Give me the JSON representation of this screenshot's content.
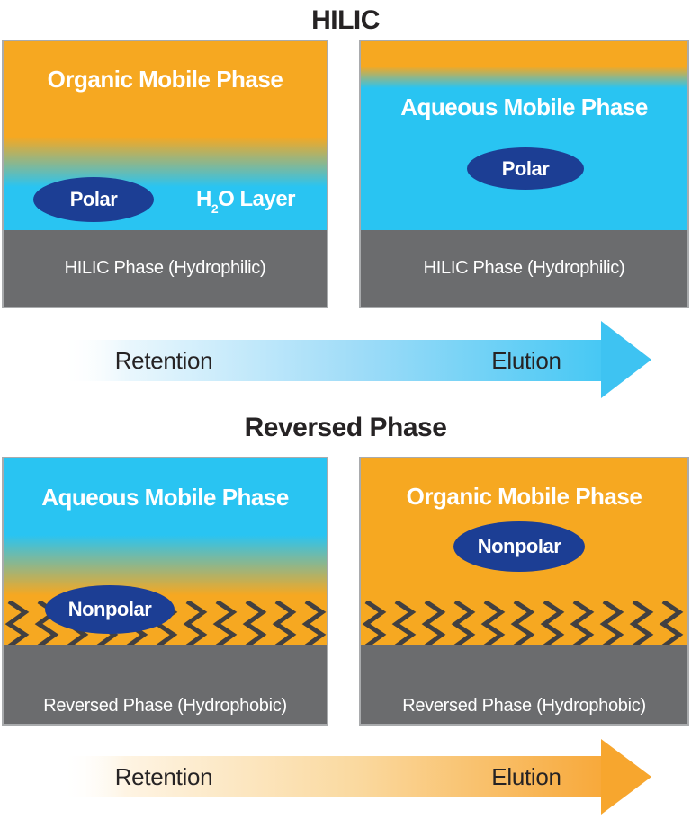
{
  "titles": {
    "hilic": "HILIC",
    "reversed_phase": "Reversed Phase"
  },
  "hilic_section": {
    "retention_panel": {
      "mobile_phase_label": "Organic Mobile Phase",
      "analyte_label": "Polar",
      "water_layer": {
        "h": "H",
        "sub": "2",
        "rest": "O Layer"
      },
      "stationary_phase_label": "HILIC Phase (Hydrophilic)"
    },
    "elution_panel": {
      "mobile_phase_label": "Aqueous Mobile Phase",
      "analyte_label": "Polar",
      "stationary_phase_label": "HILIC Phase (Hydrophilic)"
    },
    "arrow": {
      "left_label": "Retention",
      "right_label": "Elution"
    }
  },
  "reversed_section": {
    "retention_panel": {
      "mobile_phase_label": "Aqueous Mobile Phase",
      "analyte_label": "Nonpolar",
      "stationary_phase_label": "Reversed Phase (Hydrophobic)"
    },
    "elution_panel": {
      "mobile_phase_label": "Organic Mobile Phase",
      "analyte_label": "Nonpolar",
      "stationary_phase_label": "Reversed Phase (Hydrophobic)"
    },
    "arrow": {
      "left_label": "Retention",
      "right_label": "Elution"
    }
  },
  "colors": {
    "orange": "#F6A821",
    "cyan": "#29C4F2",
    "gray": "#6B6C6E",
    "navy": "#1C3E94",
    "chain": "#414042",
    "arrow_blue": "#47C8F4",
    "arrow_blue_head": "#3EC3F2",
    "arrow_orange": "#F8A93B",
    "arrow_orange_head": "#F7A62E",
    "text_dark": "#262324",
    "panel_border": "#A9ABAD"
  }
}
